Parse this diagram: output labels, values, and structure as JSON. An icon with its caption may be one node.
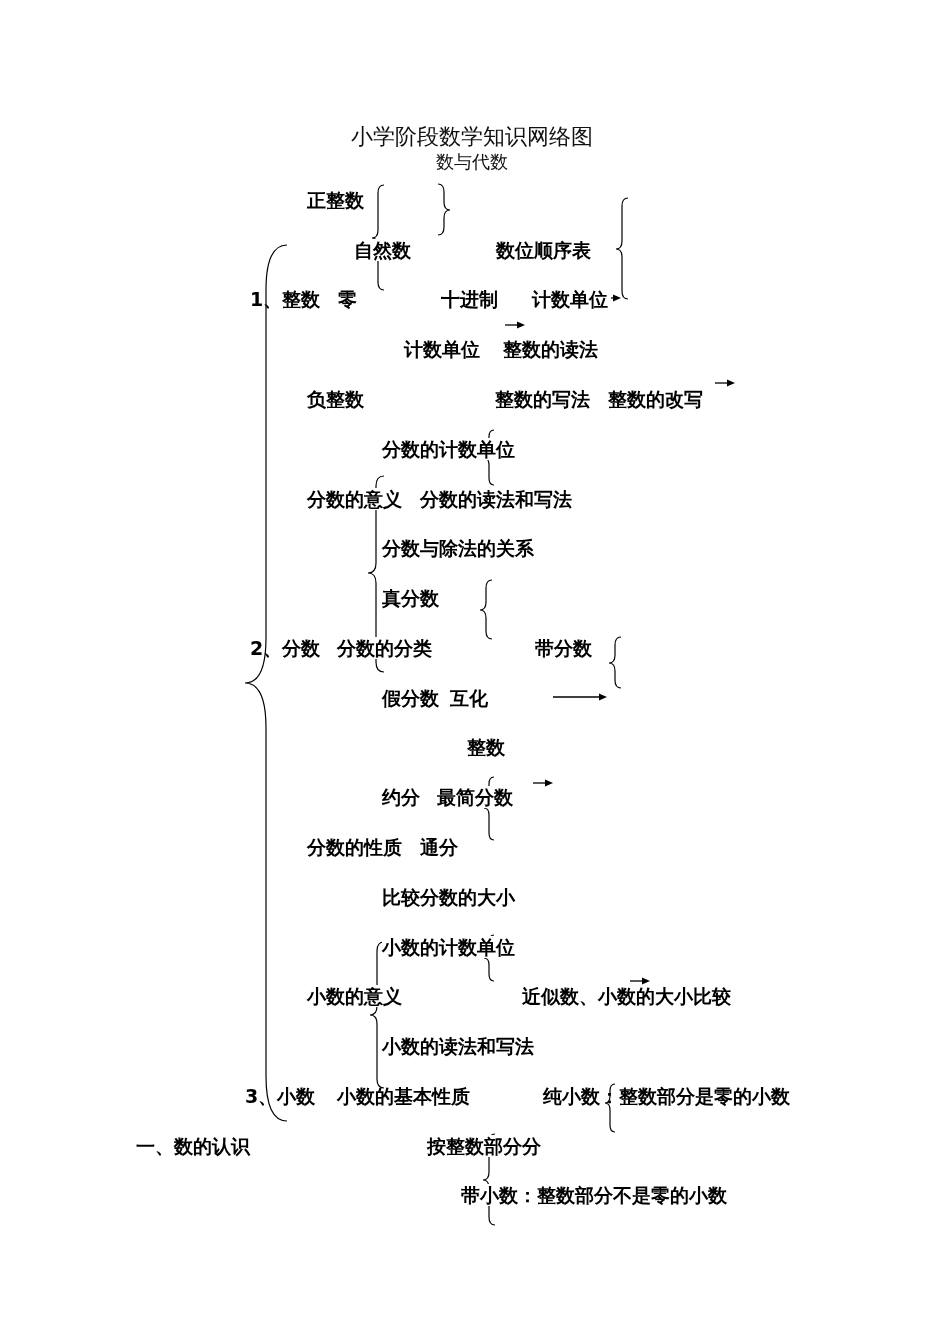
{
  "diagram": {
    "title": "小学阶段数学知识网络图",
    "labels": [
      "数与代数",
      "正整数",
      "自然数",
      "数位顺序表",
      "1、整数",
      "零",
      "十进制",
      "计数单位",
      "计数单位",
      "整数的读法",
      "负整数",
      "整数的写法",
      "整数的改写",
      "分数的计数单位",
      "分数的意义",
      "分数的读法和写法",
      "分数与除法的关系",
      "真分数",
      "2、分数",
      "分数的分类",
      "带分数",
      "假分数",
      "互化",
      "整数",
      "约分",
      "最简分数",
      "分数的性质",
      "通分",
      "比较分数的大小",
      "小数的计数单位",
      "小数的意义",
      "近似数、小数的大小比较",
      "小数的读法和写法",
      "3、小数",
      "小数的基本性质",
      "纯小数：整数部分是零的小数",
      "一、数的认识",
      "按整数部分分",
      "带小数：整数部分不是零的小数"
    ]
  }
}
